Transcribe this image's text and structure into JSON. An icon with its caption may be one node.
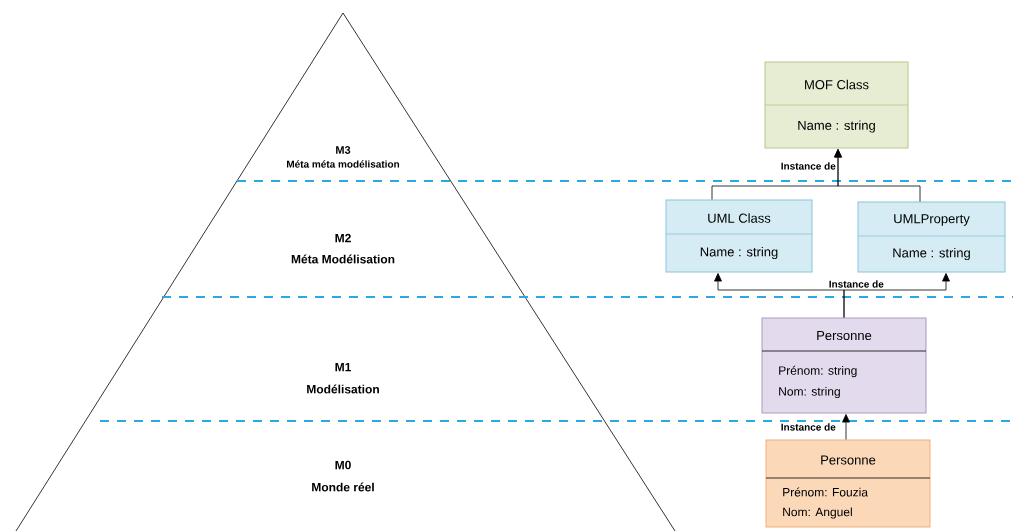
{
  "diagram": {
    "nodes": [
      {
        "text": [
          "MOF Class",
          "Name : string"
        ]
      },
      {
        "text": [
          "UML  Class",
          "Name : string"
        ]
      },
      {
        "text": [
          "UMLProperty",
          "Name : string"
        ]
      },
      {
        "text": [
          "Personne",
          "Prénom: string",
          "Nom: string"
        ]
      },
      {
        "text": [
          "Personne",
          "Prénom:  Fouzia",
          "Nom:     Anguel"
        ]
      }
    ],
    "edges": [
      {
        "from": 1,
        "to": 0,
        "arrow": "to",
        "label": "Instance de"
      },
      {
        "from": 2,
        "to": 0,
        "arrow": "to"
      },
      {
        "from": 3,
        "to": 1,
        "arrow": "to",
        "label": "Instance de"
      },
      {
        "from": 3,
        "to": 2,
        "arrow": "to"
      },
      {
        "from": 4,
        "to": 3,
        "arrow": "to",
        "label": "Instance de"
      }
    ],
    "labels": [
      "M3",
      "Méta méta modélisation",
      "M2",
      "Méta Modélisation",
      "M1",
      "Modélisation",
      "M0",
      "Monde réel"
    ]
  }
}
